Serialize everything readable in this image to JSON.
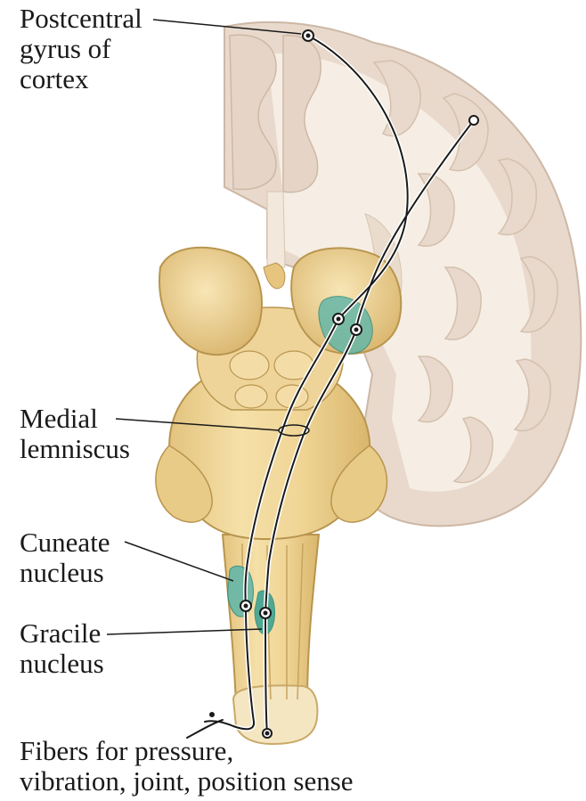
{
  "labels": {
    "postcentral": [
      "Postcentral",
      "gyrus of",
      "cortex"
    ],
    "medial_lemniscus": [
      "Medial",
      "lemniscus"
    ],
    "cuneate": [
      "Cuneate",
      "nucleus"
    ],
    "gracile": [
      "Gracile",
      "nucleus"
    ],
    "fibers": [
      "Fibers for pressure,",
      "vibration, joint, position sense"
    ]
  },
  "colors": {
    "cortex_gray": "#e8d9cc",
    "cortex_edge": "#cdb8a6",
    "white_matter": "#f7efe6",
    "brainstem": "#f0d79a",
    "brainstem_shadow": "#d7b46a",
    "brainstem_edge": "#b8954e",
    "nucleus_teal": "#66b7a8",
    "nucleus_dark": "#2e8c7c",
    "pathway": "#1a1a1a"
  }
}
